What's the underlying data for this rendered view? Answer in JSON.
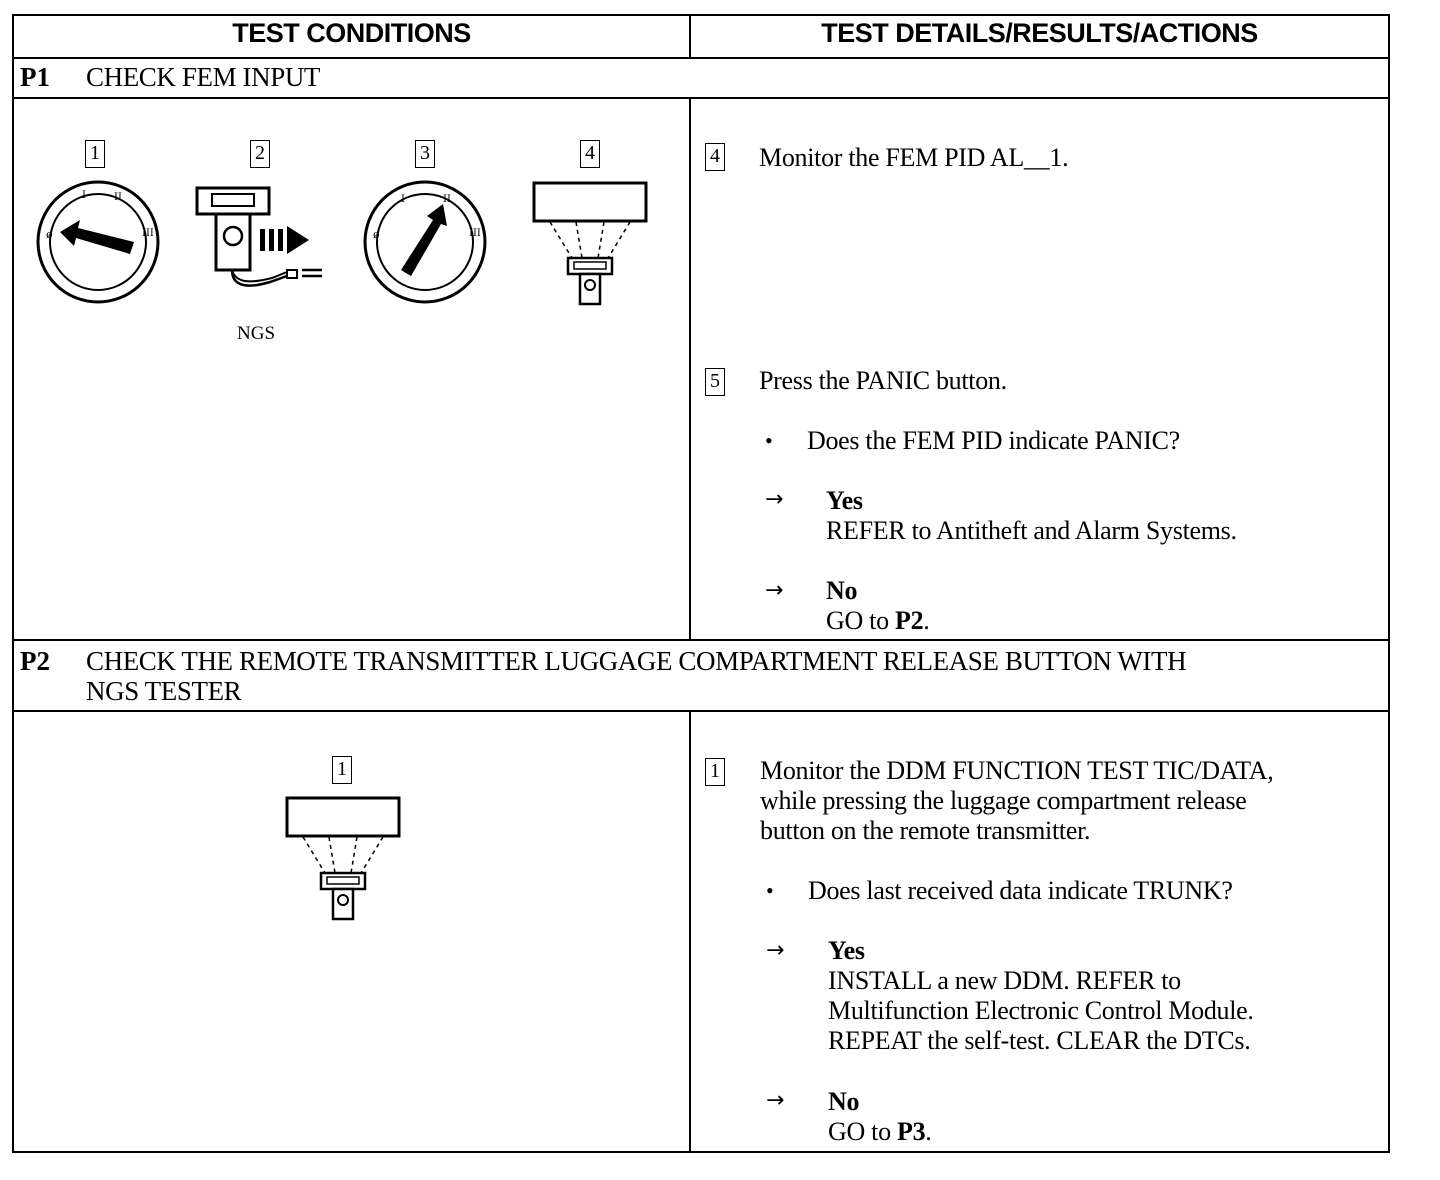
{
  "header": {
    "left": "TEST CONDITIONS",
    "right": "TEST DETAILS/RESULTS/ACTIONS"
  },
  "p1": {
    "id": "P1",
    "title": "CHECK FEM INPUT",
    "illustration": {
      "steps": [
        "1",
        "2",
        "3",
        "4"
      ],
      "tester_label": "NGS",
      "icons": [
        "ignition-off-icon",
        "ngs-tester-connect-icon",
        "ignition-run-icon",
        "tester-screen-icon"
      ]
    },
    "actions": [
      {
        "num": "4",
        "text": "Monitor the FEM PID AL__1."
      },
      {
        "num": "5",
        "text": "Press the PANIC button."
      }
    ],
    "question": "Does the FEM PID indicate PANIC?",
    "yes": {
      "label": "Yes",
      "text": "REFER to  Antitheft and Alarm Systems."
    },
    "no": {
      "label": "No",
      "text_prefix": "GO to ",
      "target": "P2",
      "text_suffix": "."
    }
  },
  "p2": {
    "id": "P2",
    "title_line1": "CHECK THE REMOTE TRANSMITTER LUGGAGE COMPARTMENT RELEASE BUTTON WITH",
    "title_line2": "NGS TESTER",
    "illustration": {
      "steps": [
        "1"
      ],
      "icons": [
        "tester-screen-icon"
      ]
    },
    "actions": [
      {
        "num": "1",
        "lines": [
          "Monitor the DDM FUNCTION TEST TIC/DATA,",
          "while pressing the luggage compartment release",
          "button on the remote transmitter."
        ]
      }
    ],
    "question": "Does last received data indicate TRUNK?",
    "yes": {
      "label": "Yes",
      "lines": [
        "INSTALL a new DDM. REFER to",
        "Multifunction Electronic Control Module.",
        "REPEAT the self-test. CLEAR the  DTCs."
      ]
    },
    "no": {
      "label": "No",
      "text_prefix": "GO to ",
      "target": "P3",
      "text_suffix": "."
    }
  },
  "glyphs": {
    "bullet": "•",
    "arrow": "→"
  }
}
